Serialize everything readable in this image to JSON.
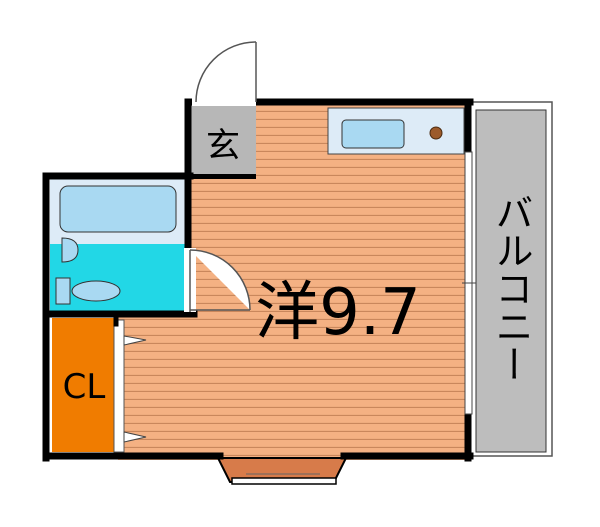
{
  "rooms": {
    "entrance": {
      "label": "玄"
    },
    "western_room": {
      "label": "洋9.7"
    },
    "closet": {
      "label": "CL"
    },
    "balcony": {
      "label": "バルコニー"
    }
  },
  "colors": {
    "wall": "#000000",
    "floor_wood": "#F4B183",
    "floor_line": "#C9875C",
    "entrance_floor": "#B7B7B7",
    "bath_area": "#DDEBF7",
    "unit_bath_blue": "#22D7E6",
    "fixture_blue": "#A9D9F2",
    "closet": "#F07C00",
    "balcony": "#BDBDBD"
  },
  "icons": [
    "door-swing-icon",
    "bathtub-icon",
    "toilet-icon",
    "sink-icon",
    "kitchen-counter-icon",
    "stove-knob-icon",
    "hanger-icon"
  ]
}
